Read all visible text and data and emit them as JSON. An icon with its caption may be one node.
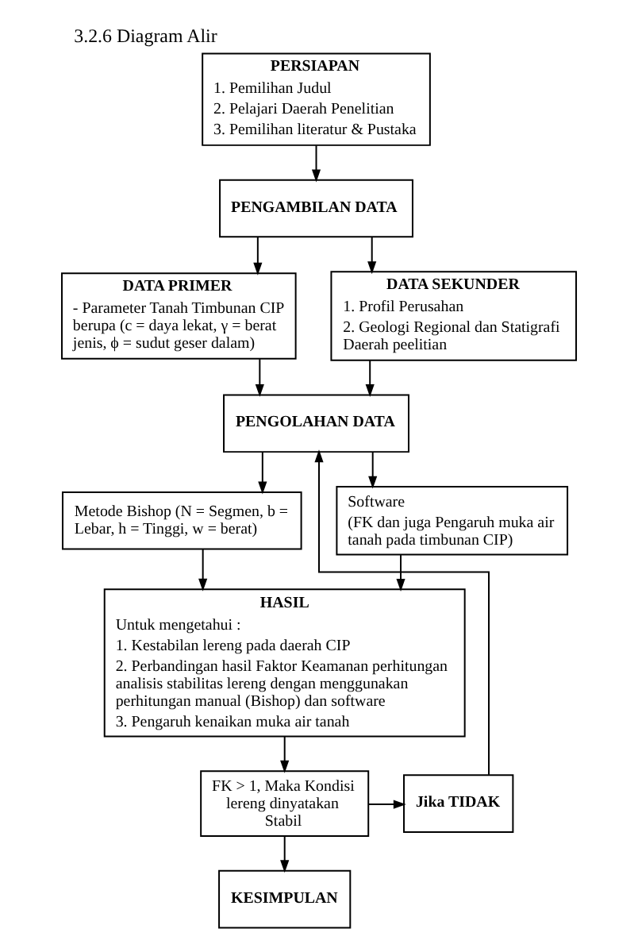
{
  "diagram": {
    "title": "3.2.6 Diagram Alir",
    "nodes": [
      {
        "text": [
          "PERSIAPAN",
          "1. Pemilihan Judul",
          "2. Pelajari Daerah Penelitian",
          "3. Pemilihan literatur & Pustaka"
        ]
      },
      {
        "text": [
          "PENGAMBILAN DATA"
        ]
      },
      {
        "text": [
          "DATA PRIMER",
          "- Parameter Tanah Timbunan CIP berupa (c = daya lekat, γ = berat jenis, ϕ = sudut geser dalam)"
        ]
      },
      {
        "text": [
          "DATA SEKUNDER",
          "1. Profil Perusahan",
          "2. Geologi Regional dan Statigrafi Daerah peelitian"
        ]
      },
      {
        "text": [
          "PENGOLAHAN DATA"
        ]
      },
      {
        "text": [
          "Metode Bishop (N = Segmen, b = Lebar, h = Tinggi, w = berat)"
        ]
      },
      {
        "text": [
          "Software",
          "(FK dan juga Pengaruh muka air tanah pada timbunan CIP)"
        ]
      },
      {
        "text": [
          "HASIL",
          "Untuk mengetahui :",
          "1. Kestabilan lereng pada daerah CIP",
          "2. Perbandingan hasil Faktor Keamanan perhitungan analisis stabilitas lereng dengan menggunakan perhitungan manual (Bishop) dan software",
          "3. Pengaruh kenaikan muka air tanah"
        ]
      },
      {
        "text": [
          "FK > 1, Maka Kondisi lereng dinyatakan Stabil"
        ]
      },
      {
        "text": [
          "Jika TIDAK"
        ]
      },
      {
        "text": [
          "KESIMPULAN"
        ]
      }
    ],
    "edges": [
      {
        "from": 0,
        "to": 1,
        "arrow": "to"
      },
      {
        "from": 1,
        "to": 2,
        "arrow": "to"
      },
      {
        "from": 1,
        "to": 3,
        "arrow": "to"
      },
      {
        "from": 2,
        "to": 4,
        "arrow": "to"
      },
      {
        "from": 3,
        "to": 4,
        "arrow": "to"
      },
      {
        "from": 4,
        "to": 5,
        "arrow": "to"
      },
      {
        "from": 4,
        "to": 6,
        "arrow": "to"
      },
      {
        "from": 5,
        "to": 7,
        "arrow": "to"
      },
      {
        "from": 6,
        "to": 7,
        "arrow": "to"
      },
      {
        "from": 7,
        "to": 8,
        "arrow": "to"
      },
      {
        "from": 8,
        "to": 9,
        "arrow": "to"
      },
      {
        "from": 8,
        "to": 10,
        "arrow": "to"
      },
      {
        "from": 9,
        "to": 4,
        "arrow": "to"
      }
    ]
  }
}
